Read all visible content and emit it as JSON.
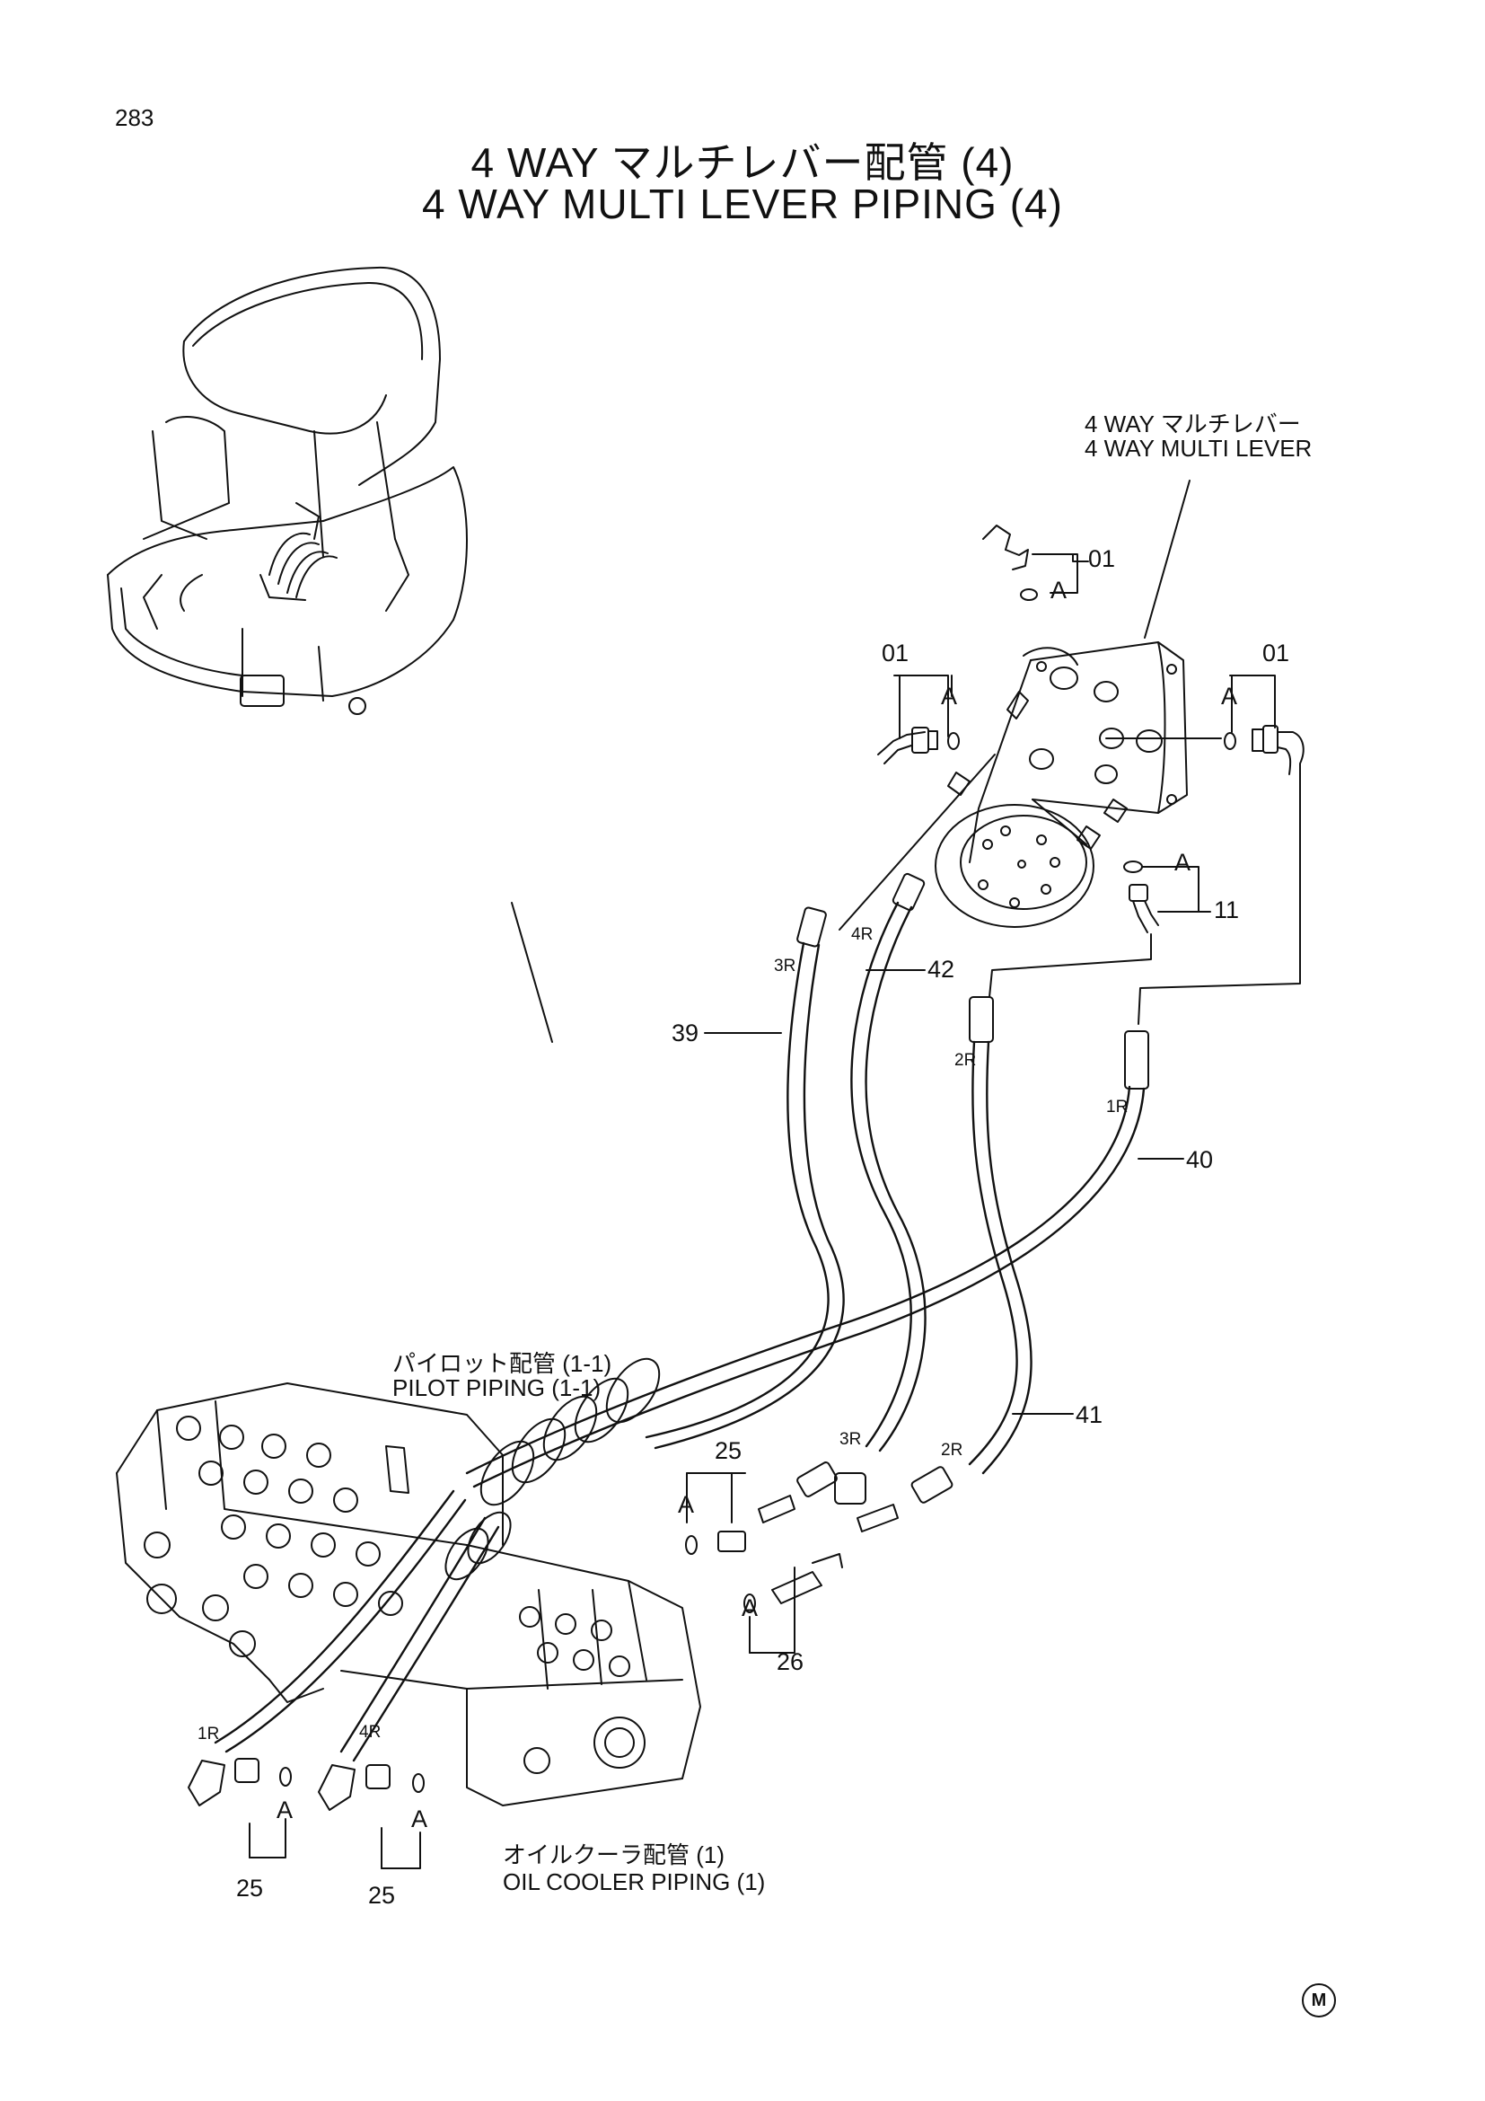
{
  "page_number": "283",
  "title_ja": "4 WAY マルチレバー配管 (4)",
  "title_en": "4 WAY MULTI LEVER PIPING (4)",
  "labels": {
    "multi_lever_ja": "4 WAY  マルチレバー",
    "multi_lever_en": "4 WAY  MULTI  LEVER",
    "pilot_ja": "パイロット配管 (1-1)",
    "pilot_en": "PILOT  PIPING  (1-1)",
    "cooler_ja": "オイルクーラ配管 (1)",
    "cooler_en": "OIL  COOLER  PIPING  (1)"
  },
  "callouts": {
    "c01_top": "01",
    "c01_left": "01",
    "c01_right": "01",
    "c11": "11",
    "c39": "39",
    "c40": "40",
    "c41": "41",
    "c42": "42",
    "c25_mid": "25",
    "c26": "26",
    "c25_bl1": "25",
    "c25_bl2": "25"
  },
  "letters": {
    "a1": "A",
    "a2": "A",
    "a3": "A",
    "a4": "A",
    "a5": "A",
    "a6": "A",
    "a7": "A",
    "a8": "A"
  },
  "hose_tags": {
    "h3r_top": "3R",
    "h4r_top": "4R",
    "h2r_top": "2R",
    "h1r_top": "1R",
    "h3r_bot": "3R",
    "h2r_bot": "2R",
    "h1r_bot": "1R",
    "h4r_bot": "4R"
  },
  "corner_mark": "M"
}
